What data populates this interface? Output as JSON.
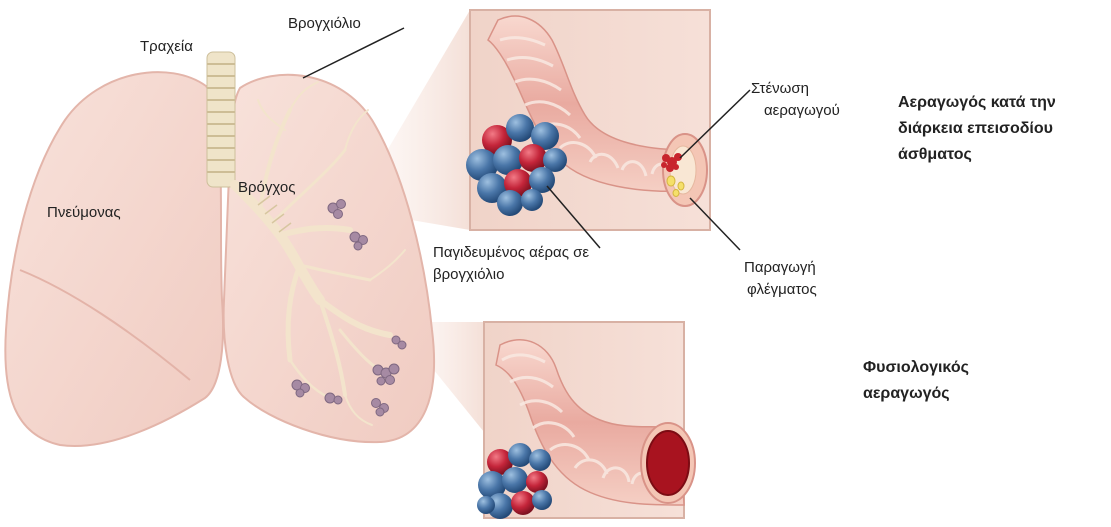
{
  "labels": {
    "trachea": "Τραχεία",
    "bronchiole": "Βρογχιόλιο",
    "lung": "Πνεύμονας",
    "bronchus": "Βρόγχος",
    "trapped_air_line1": "Παγιδευμένος αέρας σε",
    "trapped_air_line2": "βρογχιόλιο",
    "narrowing_line1": "Στένωση",
    "narrowing_line2": "αεραγωγού",
    "mucus_line1": "Παραγωγή",
    "mucus_line2": "φλέγματος"
  },
  "titles": {
    "asthma_line1": "Αεραγωγός κατά την",
    "asthma_line2": "διάρκεια επεισοδίου",
    "asthma_line3": "άσθματος",
    "normal_line1": "Φυσιολογικός",
    "normal_line2": "αεραγωγός"
  },
  "colors": {
    "lung_fill": "#f6d9d2",
    "lung_edge": "#e6b8ad",
    "airway": "#f1d5b8",
    "trachea": "#efe6cf",
    "alveoli_blue": "#4a76a8",
    "alveoli_red": "#c4253a",
    "inset_bg": "#f3d9cf",
    "inset_border": "#d9b4a7",
    "lumen_red": "#a8131f"
  }
}
